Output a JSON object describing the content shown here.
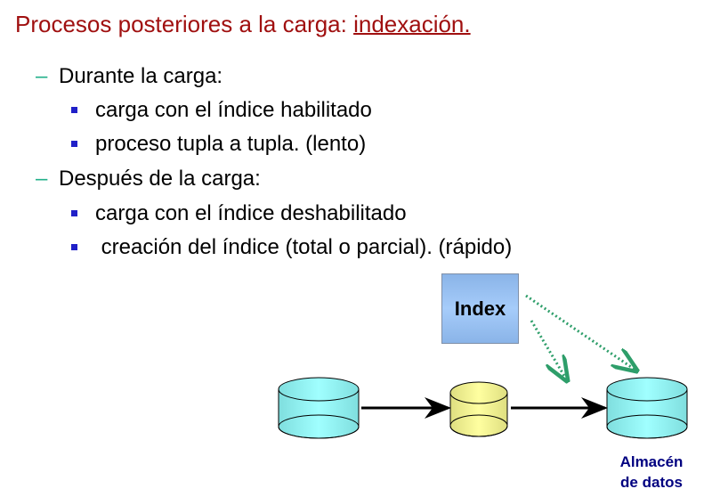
{
  "title": {
    "prefix": "Procesos posteriores  a la carga: ",
    "link": "indexación."
  },
  "items": [
    {
      "label": "Durante la carga:",
      "sub": [
        "carga con el índice habilitado",
        "proceso tupla a tupla. (lento)"
      ]
    },
    {
      "label": "Después de la carga:",
      "sub": [
        "carga con el índice deshabilitado",
        " creación del índice (total o parcial). (rápido)"
      ]
    }
  ],
  "diagram": {
    "index_label": "Index",
    "store_label_1": "Almacén",
    "store_label_2": "de datos"
  }
}
